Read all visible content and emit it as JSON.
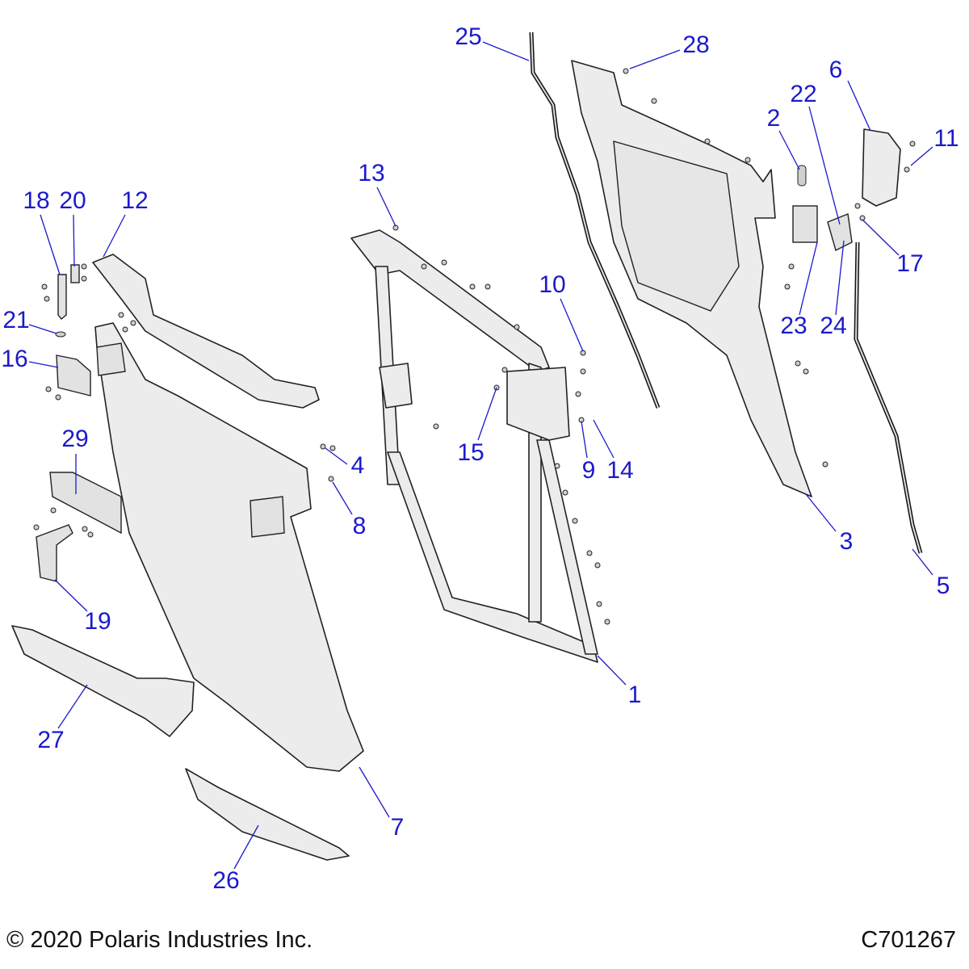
{
  "callouts": {
    "c1": "1",
    "c2": "2",
    "c3": "3",
    "c4": "4",
    "c5": "5",
    "c6": "6",
    "c7": "7",
    "c8": "8",
    "c9": "9",
    "c10": "10",
    "c11": "11",
    "c12": "12",
    "c13": "13",
    "c14": "14",
    "c15": "15",
    "c16": "16",
    "c17": "17",
    "c18": "18",
    "c19": "19",
    "c20": "20",
    "c21": "21",
    "c22": "22",
    "c23": "23",
    "c24": "24",
    "c25": "25",
    "c26": "26",
    "c27": "27",
    "c28": "28",
    "c29": "29"
  },
  "footer": {
    "copyright": "© 2020 Polaris Industries Inc.",
    "diagram_id": "C701267"
  },
  "colors": {
    "callout": "#1a1acc",
    "part_fill": "#ececec"
  }
}
